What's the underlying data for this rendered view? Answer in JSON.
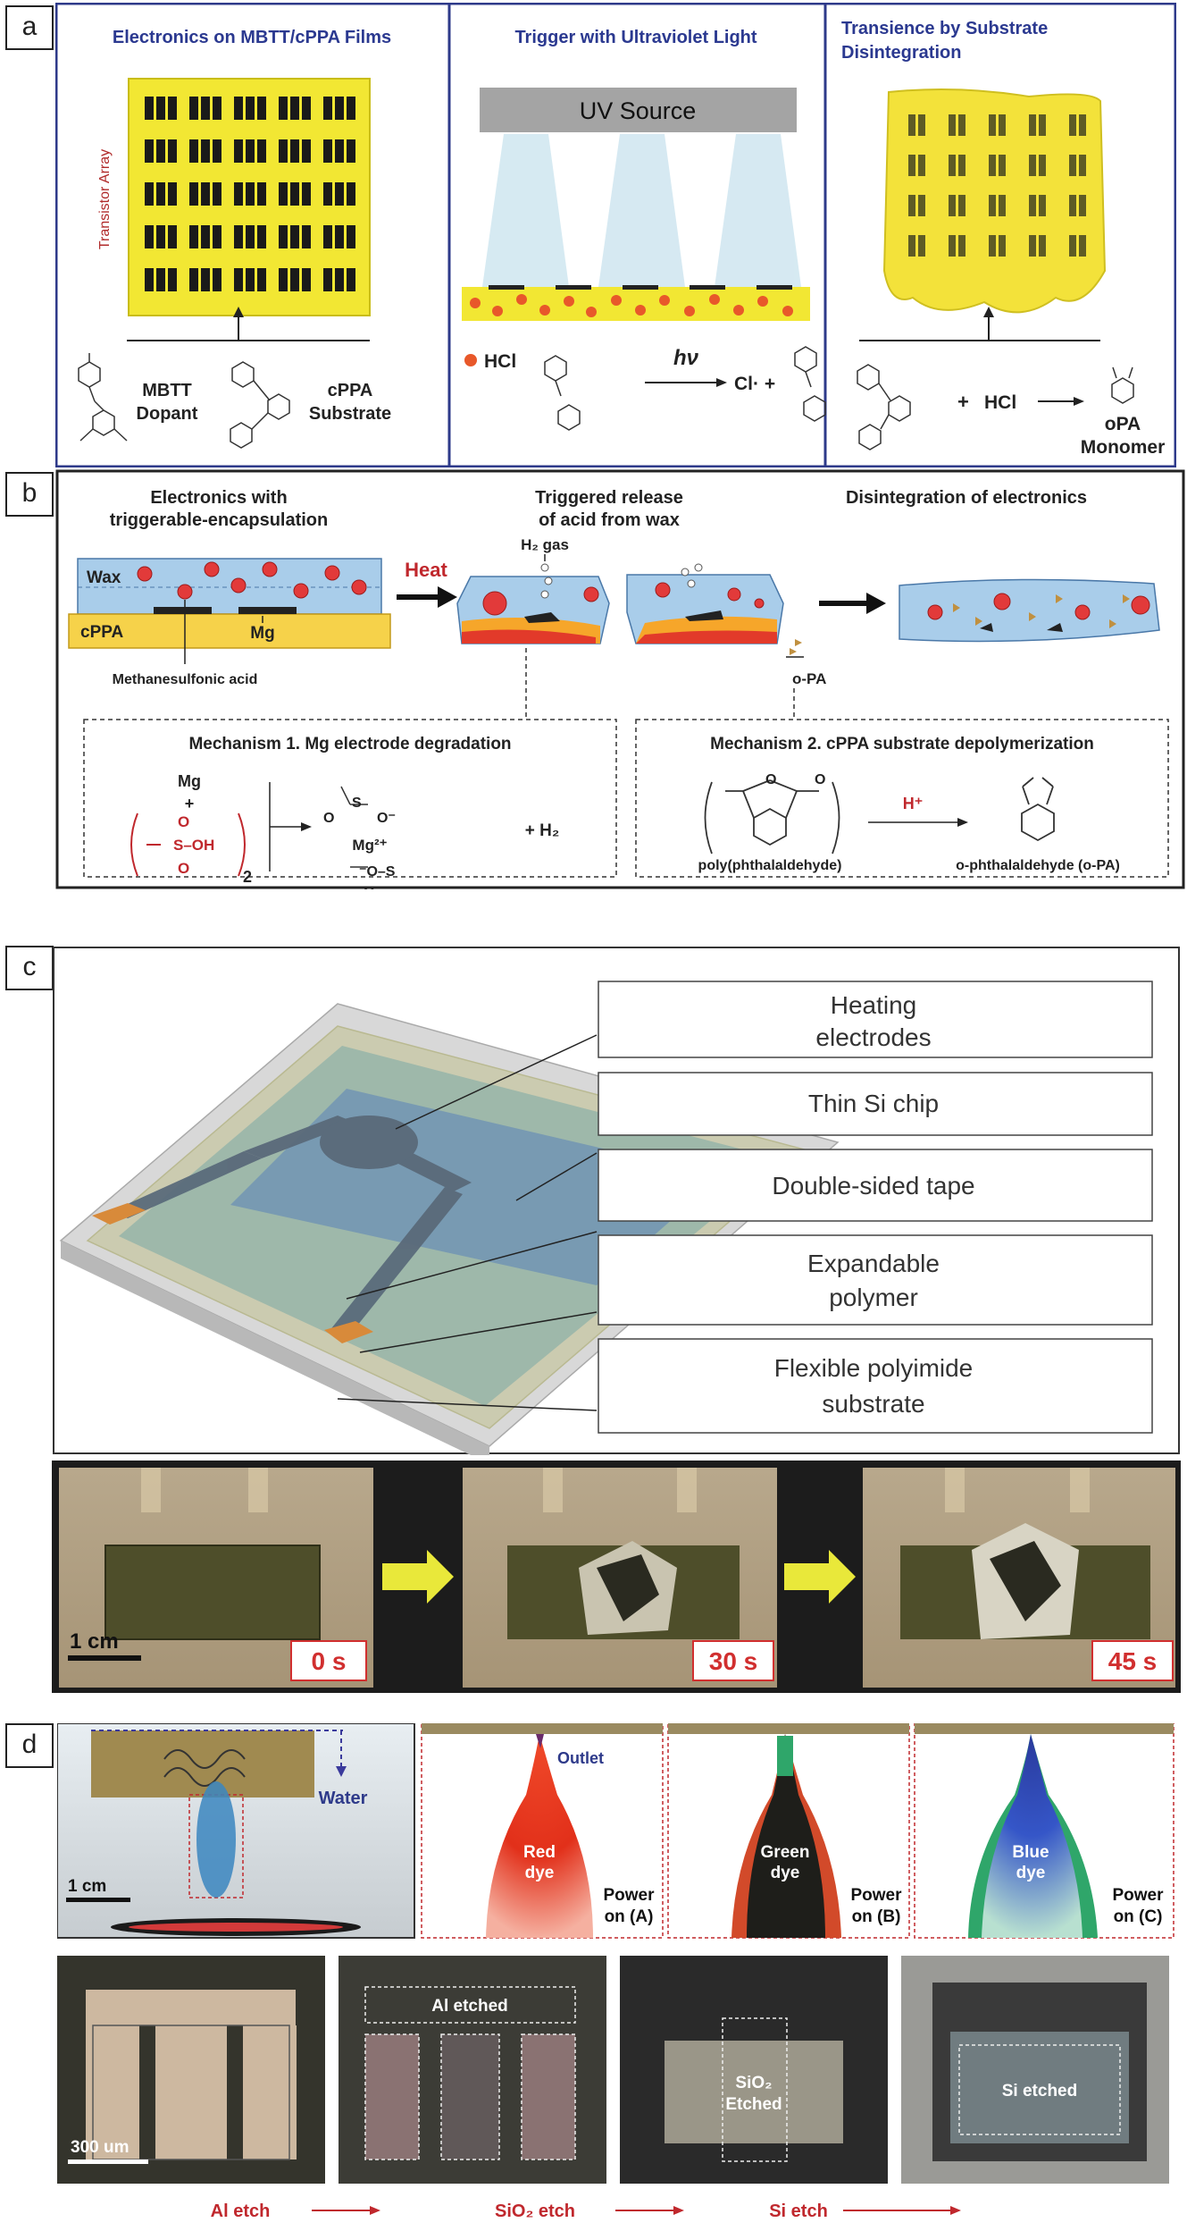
{
  "colors": {
    "navy": "#2e3a8a",
    "heading_blue": "#2b3990",
    "red_text": "#c0282d",
    "wax_blue": "#a9cdea",
    "substrate_yellow": "#f6d24a",
    "film_yellow": "#f2e733"
  },
  "panel_a": {
    "letter": "a",
    "col1": {
      "title": "Electronics on MBTT/cPPA Films",
      "vertical_label": "Transistor Array",
      "mbtt": "MBTT",
      "dopant": "Dopant",
      "cppa": "cPPA",
      "substrate": "Substrate"
    },
    "col2": {
      "title": "Trigger with Ultraviolet Light",
      "uv_source": "UV Source",
      "hcl": "HCl",
      "hv": "hν",
      "cl_plus": "Cl· +"
    },
    "col3": {
      "title_line1": "Transience by Substrate",
      "title_line2": "Disintegration",
      "plus": "+",
      "hcl": "HCl",
      "opa": "oPA",
      "monomer": "Monomer"
    }
  },
  "panel_b": {
    "letter": "b",
    "heading1_line1": "Electronics with",
    "heading1_line2": "triggerable-encapsulation",
    "heading2_line1": "Triggered release",
    "heading2_line2": "of acid from wax",
    "heading3": "Disintegration of electronics",
    "wax": "Wax",
    "cppa": "cPPA",
    "mg": "Mg",
    "methanesulfonic": "Methanesulfonic acid",
    "heat": "Heat",
    "h2_gas": "H₂ gas",
    "opa_label": "o-PA",
    "mech1_title": "Mechanism 1. Mg electrode degradation",
    "mech1_mg": "Mg",
    "mech1_plus": "+",
    "mech1_sub2": "2",
    "mech1_mg2": "Mg²⁺",
    "mech1_h2": "+ H₂",
    "mech2_title": "Mechanism 2. cPPA substrate depolymerization",
    "mech2_h": "H⁺",
    "mech2_poly": "poly(phthalaldehyde)",
    "mech2_opa": "o-phthalaldehyde (o-PA)"
  },
  "panel_c": {
    "letter": "c",
    "labels": [
      {
        "line1": "Heating",
        "line2": "electrodes"
      },
      {
        "line1": "Thin Si chip",
        "line2": ""
      },
      {
        "line1": "Double-sided tape",
        "line2": ""
      },
      {
        "line1": "Expandable",
        "line2": "polymer"
      },
      {
        "line1": "Flexible polyimide",
        "line2": "substrate"
      }
    ],
    "scale": "1 cm",
    "times": [
      "0 s",
      "30 s",
      "45 s"
    ]
  },
  "panel_d": {
    "letter": "d",
    "water": "Water",
    "scale_top": "1 cm",
    "outlet": "Outlet",
    "dyes": [
      {
        "line1": "Red",
        "line2": "dye",
        "power1": "Power",
        "power2": "on (A)"
      },
      {
        "line1": "Green",
        "line2": "dye",
        "power1": "Power",
        "power2": "on (B)"
      },
      {
        "line1": "Blue",
        "line2": "dye",
        "power1": "Power",
        "power2": "on (C)"
      }
    ],
    "scale_bottom": "300 um",
    "al_etched": "Al etched",
    "sio2_etched_1": "SiO₂",
    "sio2_etched_2": "Etched",
    "si_etched": "Si etched",
    "etch_labels": [
      "Al etch",
      "SiO₂ etch",
      "Si etch"
    ]
  }
}
